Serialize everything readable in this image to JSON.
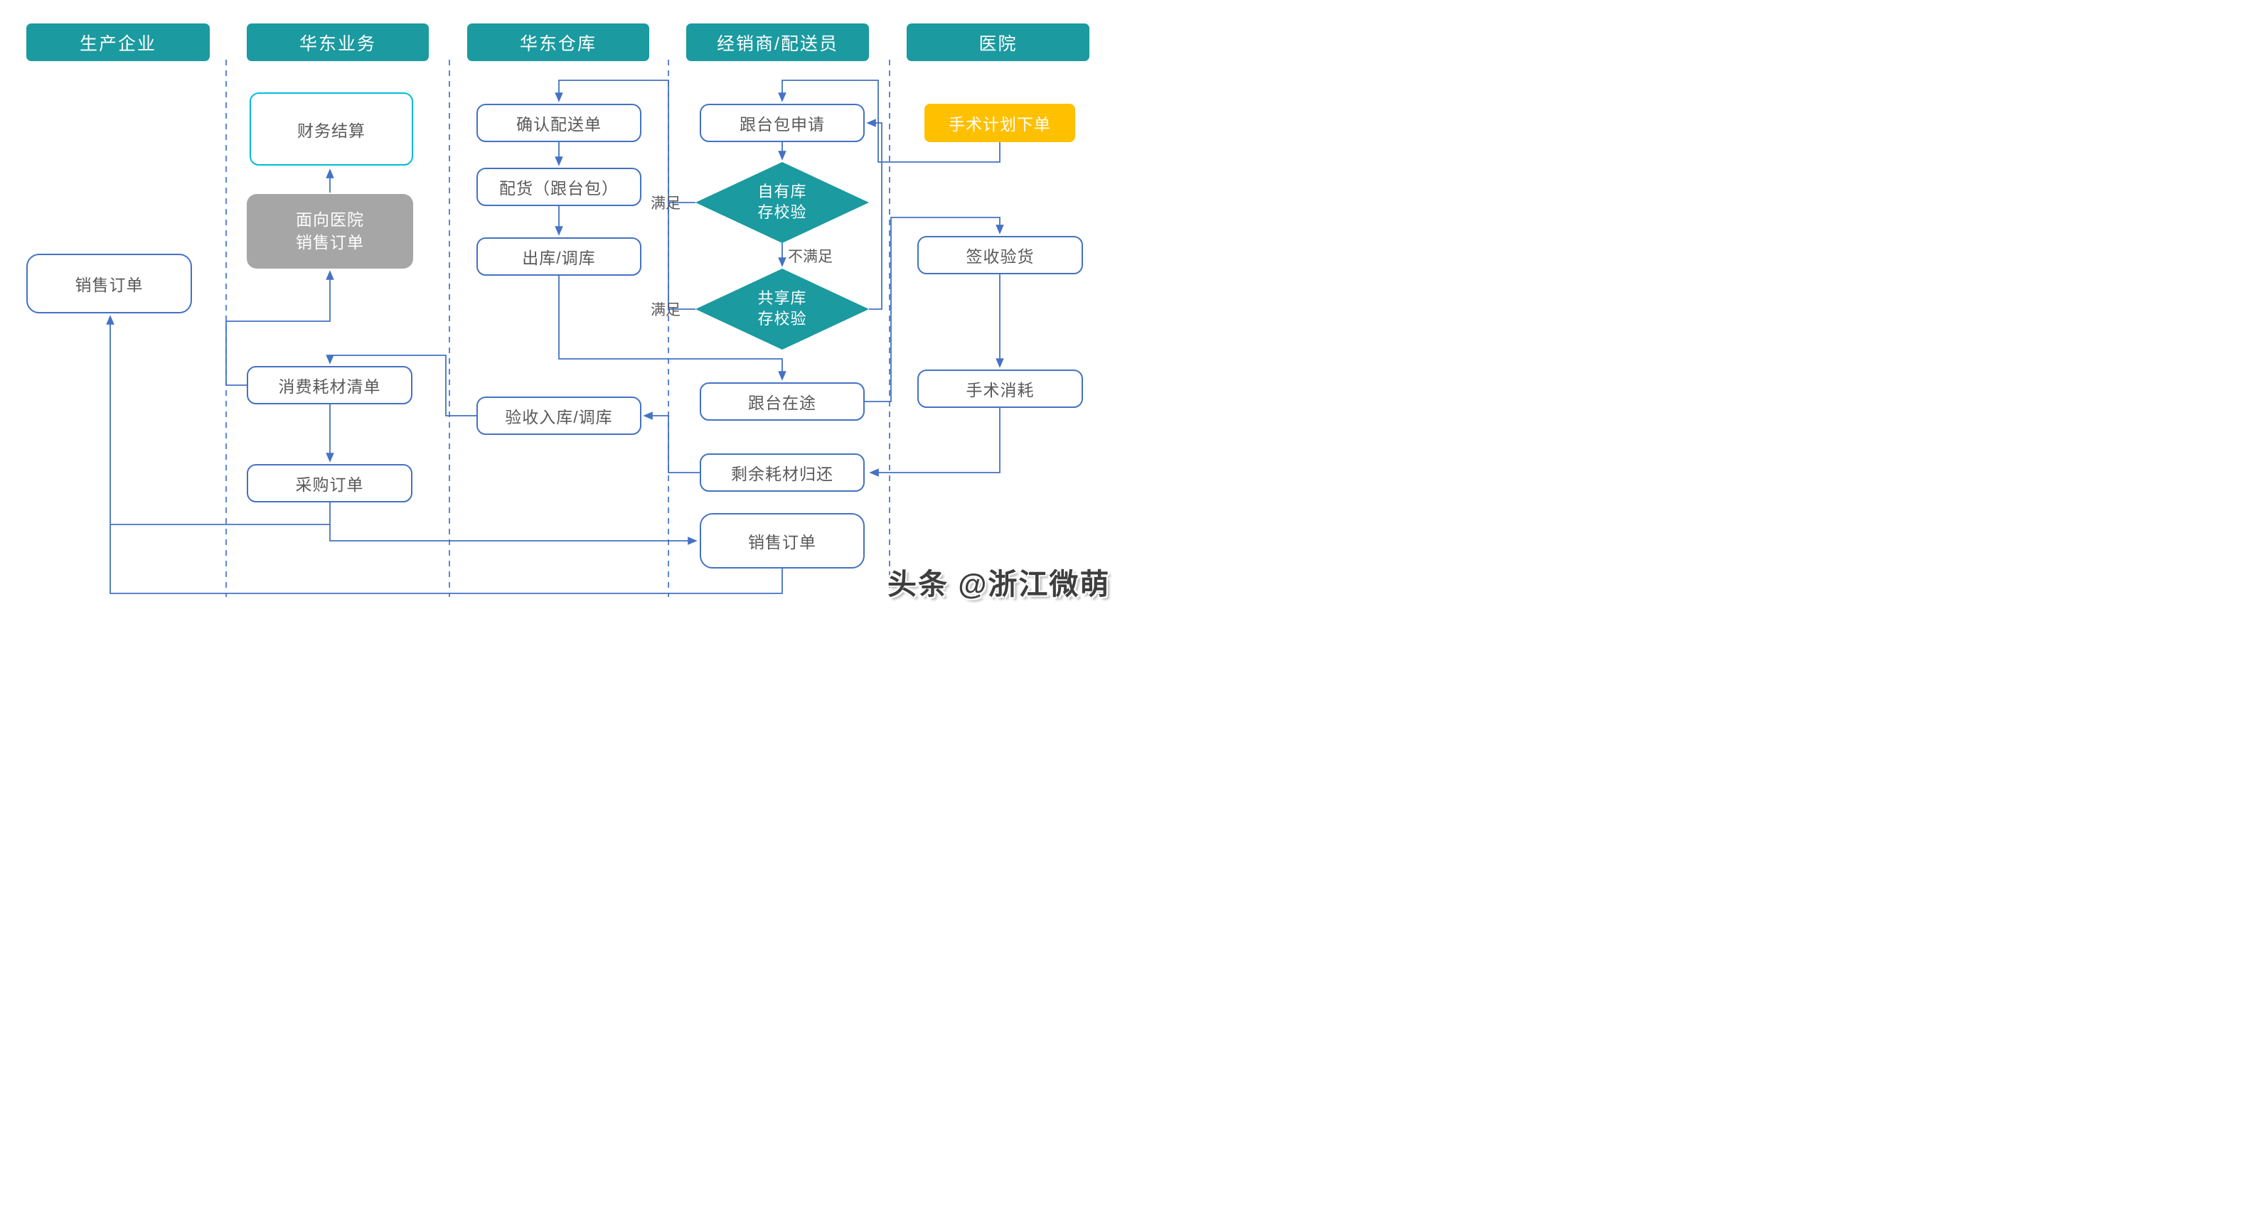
{
  "lanes": [
    {
      "label": "生产企业"
    },
    {
      "label": "华东业务"
    },
    {
      "label": "华东仓库"
    },
    {
      "label": "经销商/配送员"
    },
    {
      "label": "医院"
    }
  ],
  "nodes": {
    "finance_settlement": {
      "label": "财务结算"
    },
    "hospital_sales_order": {
      "label": "面向医院销售订单",
      "lines": [
        "面向医院",
        "销售订单"
      ]
    },
    "sales_order_manufacturer": {
      "label": "销售订单"
    },
    "confirm_delivery_note": {
      "label": "确认配送单"
    },
    "picking_package": {
      "label": "配货（跟台包）"
    },
    "outbound_transfer": {
      "label": "出库/调库"
    },
    "package_application": {
      "label": "跟台包申请"
    },
    "own_stock_check": {
      "label": "自有库存校验",
      "lines": [
        "自有库",
        "存校验"
      ]
    },
    "shared_stock_check": {
      "label": "共享库存校验",
      "lines": [
        "共享库",
        "存校验"
      ]
    },
    "surgery_plan_order": {
      "label": "手术计划下单"
    },
    "sign_and_inspect": {
      "label": "签收验货"
    },
    "surgery_consumption": {
      "label": "手术消耗"
    },
    "consumed_materials_list": {
      "label": "消费耗材清单"
    },
    "accept_inbound_transfer": {
      "label": "验收入库/调库"
    },
    "package_in_transit": {
      "label": "跟台在途"
    },
    "return_remaining_materials": {
      "label": "剩余耗材归还"
    },
    "purchase_order": {
      "label": "采购订单"
    },
    "sales_order_distributor": {
      "label": "销售订单"
    }
  },
  "edge_labels": {
    "satisfied_own": "满足",
    "not_satisfied": "不满足",
    "satisfied_shared": "满足"
  },
  "watermark": "头条 @浙江微萌",
  "colors": {
    "lane_header_teal": "#1b9aa0",
    "diamond_teal": "#1b9aa0",
    "connector_blue": "#4472c4",
    "finance_border_cyan": "#00bcd9",
    "gray_box_fill": "#a6a6a6",
    "surgery_plan_yellow": "#ffc000",
    "text_gray": "#595959",
    "background": "#ffffff"
  }
}
